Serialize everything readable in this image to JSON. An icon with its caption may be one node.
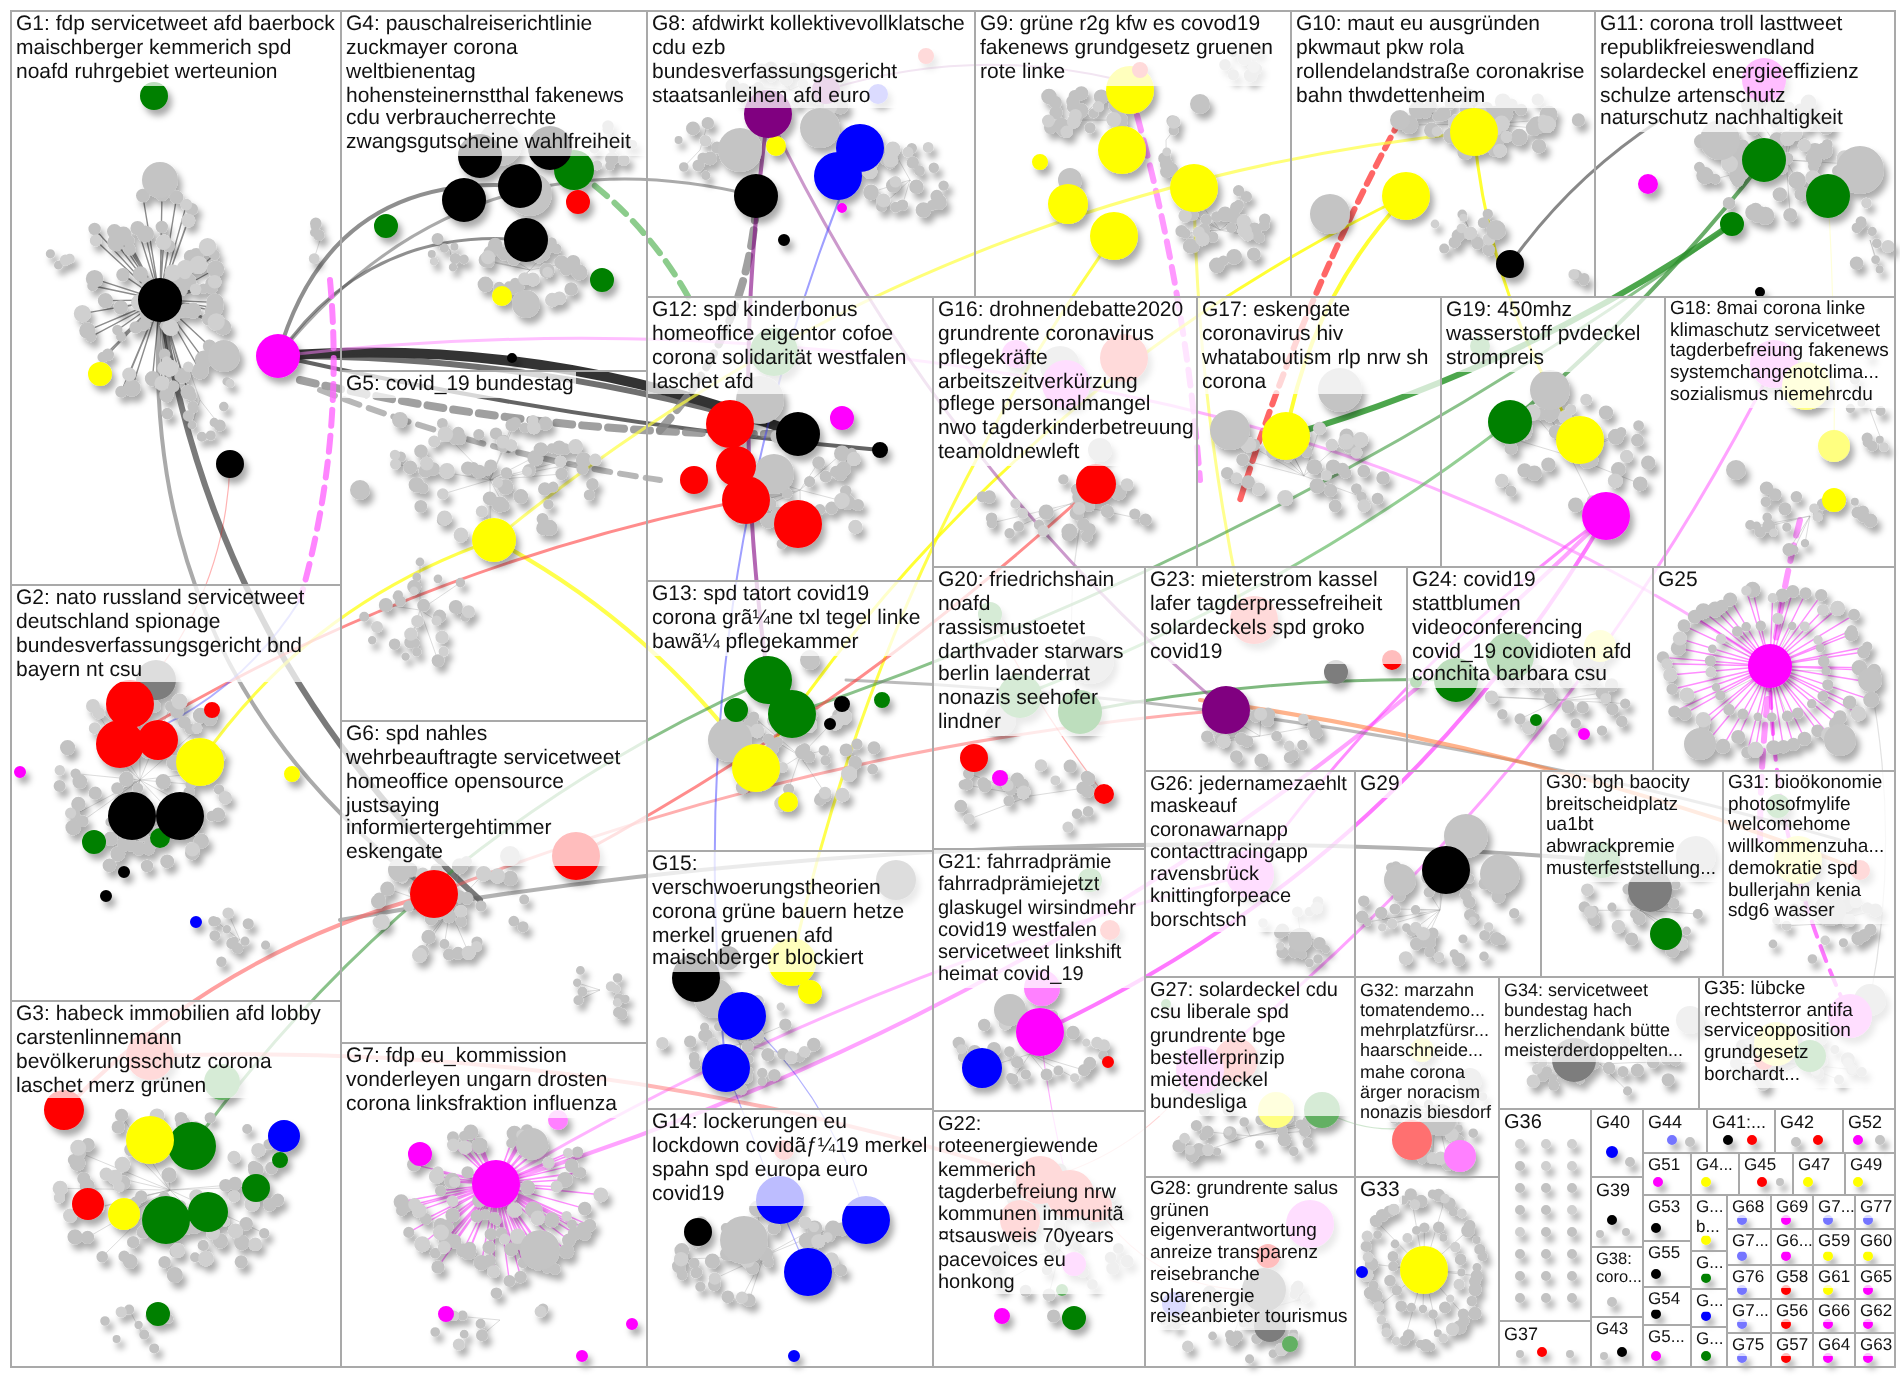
{
  "diagram": {
    "nodes": [
      {
        "text": [
          "G1: fdp servicetweet afd baerbock maischberger kemmerich spd noafd ruhrgebiet werteunion"
        ]
      },
      {
        "text": [
          "G4: pauschalreiserichtlinie zuckmayer corona weltbienentag hohensteinernstthal fakenews cdu verbraucherrechte zwangsgutscheine wahlfreiheit"
        ]
      },
      {
        "text": [
          "G8: afdwirkt kollektivevollklatsche cdu ezb bundesverfassungsgericht staatsanleihen afd euro"
        ]
      },
      {
        "text": [
          "G9: grüne r2g kfw es covod19 fakenews grundgesetz gruenen rote linke"
        ]
      },
      {
        "text": [
          "G10: maut eu ausgründen pkwmaut pkw rola rollendelandstraße coronakrise bahn thwdettenheim"
        ]
      },
      {
        "text": [
          "G11: corona troll lasttweet republikfreieswendland solardeckel energieeffizienz schulze artenschutz naturschutz nachhaltigkeit"
        ]
      },
      {
        "text": [
          "G12: spd kinderbonus homeoffice eigentor cofoe corona solidarität westfalen laschet afd"
        ]
      },
      {
        "text": [
          "G16: drohnendebatte2020 grundrente coronavirus pflegekräfte arbeitszeitverkürzung pflege personalmangel nwo tagderkinderbetreuung teamoldnewleft"
        ]
      },
      {
        "text": [
          "G17: eskengate coronavirus hiv whataboutism rlp nrw sh corona"
        ]
      },
      {
        "text": [
          "G19: 450mhz wasserstoff pvdeckel strompreis"
        ]
      },
      {
        "text": [
          "G18: 8mai corona linke klimaschutz servicetweet tagderbefreiung fakenews systemchangenotclima... sozialismus niemehrcdu"
        ]
      },
      {
        "text": [
          "G5: covid_19 bundestag"
        ]
      },
      {
        "text": [
          "G20: friedrichshain noafd rassismustoetet darthvader starwars berlin laenderrat nonazis seehofer lindner"
        ]
      },
      {
        "text": [
          "G23: mieterstrom kassel lafer tagderpressefreiheit solardeckels spd groko covid19"
        ]
      },
      {
        "text": [
          "G24: covid19 stattblumen videoconferencing covid_19 covidioten afd conchita barbara csu"
        ]
      },
      {
        "text": [
          "G25"
        ]
      },
      {
        "text": [
          "G13: spd tatort covid19 corona grã¼ne txl tegel linke bawã¼ pflegekammer"
        ]
      },
      {
        "text": [
          "G2: nato russland servicetweet deutschland spionage bundesverfassungsgericht bnd bayern nt csu"
        ]
      },
      {
        "text": [
          "G6: spd nahles wehrbeauftragte servicetweet homeoffice opensource justsaying informiertergehtimmer eskengate"
        ]
      },
      {
        "text": [
          "G26: jedernamezaehlt maskeauf coronawarnapp contacttracingapp ravensbrück knittingforpeace borschtsch"
        ]
      },
      {
        "text": [
          "G29"
        ]
      },
      {
        "text": [
          "G30: bgh baocity breitscheidplatz ua1bt abwrackpremie musterfeststellung..."
        ]
      },
      {
        "text": [
          "G31: bioökonomie photosofmylife welcomehome willkommenzuha... demokratie spd bullerjahn kenia sdg6 wasser"
        ]
      },
      {
        "text": [
          "G21: fahrradprämie fahrradprämiejetzt glaskugel wirsindmehr covid19 westfalen servicetweet linkshift heimat covid_19"
        ]
      },
      {
        "text": [
          "G15: verschwoerungstheorien corona grüne bauern hetze merkel gruenen afd maischberger blockiert"
        ]
      },
      {
        "text": [
          "G27: solardeckel cdu csu liberale spd grundrente bge bestellerprinzip mietendeckel bundesliga"
        ]
      },
      {
        "text": [
          "G32: marzahn tomatendemo... mehrplatzfürsr... haarschneide... mahe corona ärger noracism nonazis biesdorf"
        ]
      },
      {
        "text": [
          "G34: servicetweet bundestag hach herzlichendank bütte meisterderdoppelten..."
        ]
      },
      {
        "text": [
          "G35: lübcke rechtsterror antifa serviceopposition grundgesetz borchardt..."
        ]
      },
      {
        "text": [
          "G3: habeck immobilien afd lobby carstenlinnemann bevölkerungsschutz corona laschet merz grünen"
        ]
      },
      {
        "text": [
          "G7: fdp eu_kommission vonderleyen ungarn drosten corona linksfraktion influenza"
        ]
      },
      {
        "text": [
          "G14: lockerungen eu lockdown covidãƒ¼19 merkel spahn spd europa euro covid19"
        ]
      },
      {
        "text": [
          "G22: roteenergiewende kemmerich tagderbefreiung nrw kommunen immunitã ¤tsausweis 70years pacevoices eu honkong"
        ]
      },
      {
        "text": [
          "G28: grundrente salus grünen eigenverantwortung anreize transparenz reisebranche solarenergie reiseanbieter tourismus"
        ]
      },
      {
        "text": [
          "G33"
        ]
      },
      {
        "text": [
          "G36"
        ]
      },
      {
        "text": [
          "G40"
        ]
      },
      {
        "text": [
          "G44"
        ]
      },
      {
        "text": [
          "G41:..."
        ]
      },
      {
        "text": [
          "G42"
        ]
      },
      {
        "text": [
          "G52"
        ]
      },
      {
        "text": [
          "G51"
        ]
      },
      {
        "text": [
          "G4..."
        ]
      },
      {
        "text": [
          "G45"
        ]
      },
      {
        "text": [
          "G47"
        ]
      },
      {
        "text": [
          "G49"
        ]
      },
      {
        "text": [
          "G39"
        ]
      },
      {
        "text": [
          "G53"
        ]
      },
      {
        "text": [
          "G... b..."
        ]
      },
      {
        "text": [
          "G68"
        ]
      },
      {
        "text": [
          "G69"
        ]
      },
      {
        "text": [
          "G7..."
        ]
      },
      {
        "text": [
          "G77"
        ]
      },
      {
        "text": [
          "G7..."
        ]
      },
      {
        "text": [
          "G6..."
        ]
      },
      {
        "text": [
          "G59"
        ]
      },
      {
        "text": [
          "G60"
        ]
      },
      {
        "text": [
          "G55"
        ]
      },
      {
        "text": [
          "G38: coro..."
        ]
      },
      {
        "text": [
          "G..."
        ]
      },
      {
        "text": [
          "G76"
        ]
      },
      {
        "text": [
          "G58"
        ]
      },
      {
        "text": [
          "G61"
        ]
      },
      {
        "text": [
          "G65"
        ]
      },
      {
        "text": [
          "G54"
        ]
      },
      {
        "text": [
          "G..."
        ]
      },
      {
        "text": [
          "G7..."
        ]
      },
      {
        "text": [
          "G56"
        ]
      },
      {
        "text": [
          "G66"
        ]
      },
      {
        "text": [
          "G62"
        ]
      },
      {
        "text": [
          "G37"
        ]
      },
      {
        "text": [
          "G43"
        ]
      },
      {
        "text": [
          "G5..."
        ]
      },
      {
        "text": [
          "G..."
        ]
      },
      {
        "text": [
          "G75"
        ]
      },
      {
        "text": [
          "G57"
        ]
      },
      {
        "text": [
          "G64"
        ]
      },
      {
        "text": [
          "G63"
        ]
      }
    ]
  }
}
